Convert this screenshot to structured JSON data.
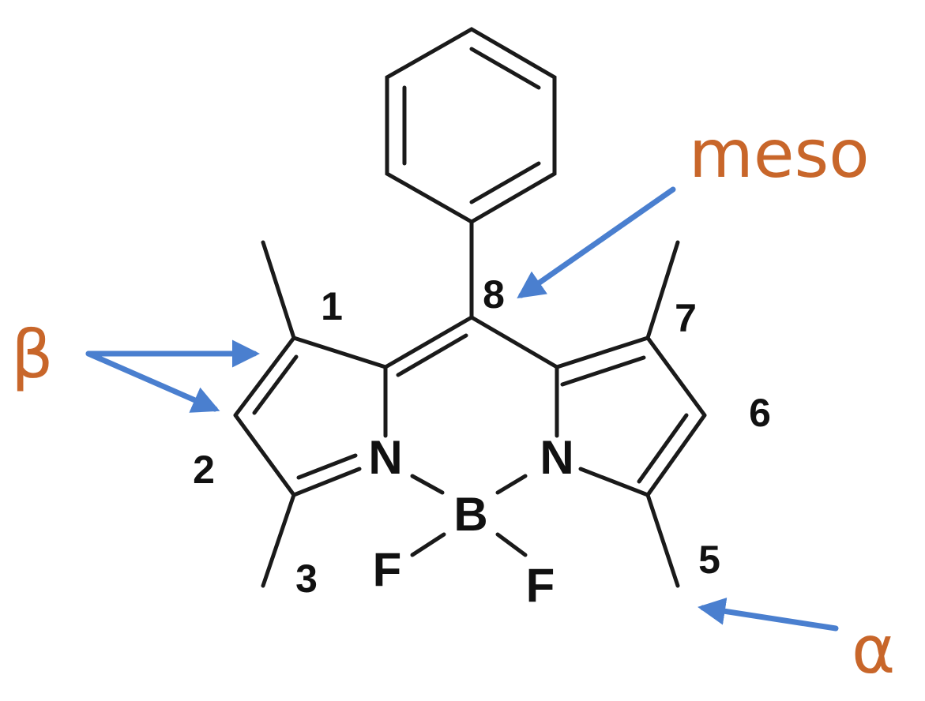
{
  "molecule": {
    "atoms": {
      "n_left": "N",
      "n_right": "N",
      "boron": "B",
      "f_left": "F",
      "f_right": "F"
    },
    "positions": {
      "p1": "1",
      "p2": "2",
      "p3": "3",
      "p5": "5",
      "p6": "6",
      "p7": "7",
      "p8": "8"
    }
  },
  "regions": {
    "beta": "β",
    "meso": "meso",
    "alpha": "α"
  },
  "colors": {
    "label": "#c8662a",
    "arrow": "#4a7fcf",
    "bond": "#1a1a1a"
  }
}
